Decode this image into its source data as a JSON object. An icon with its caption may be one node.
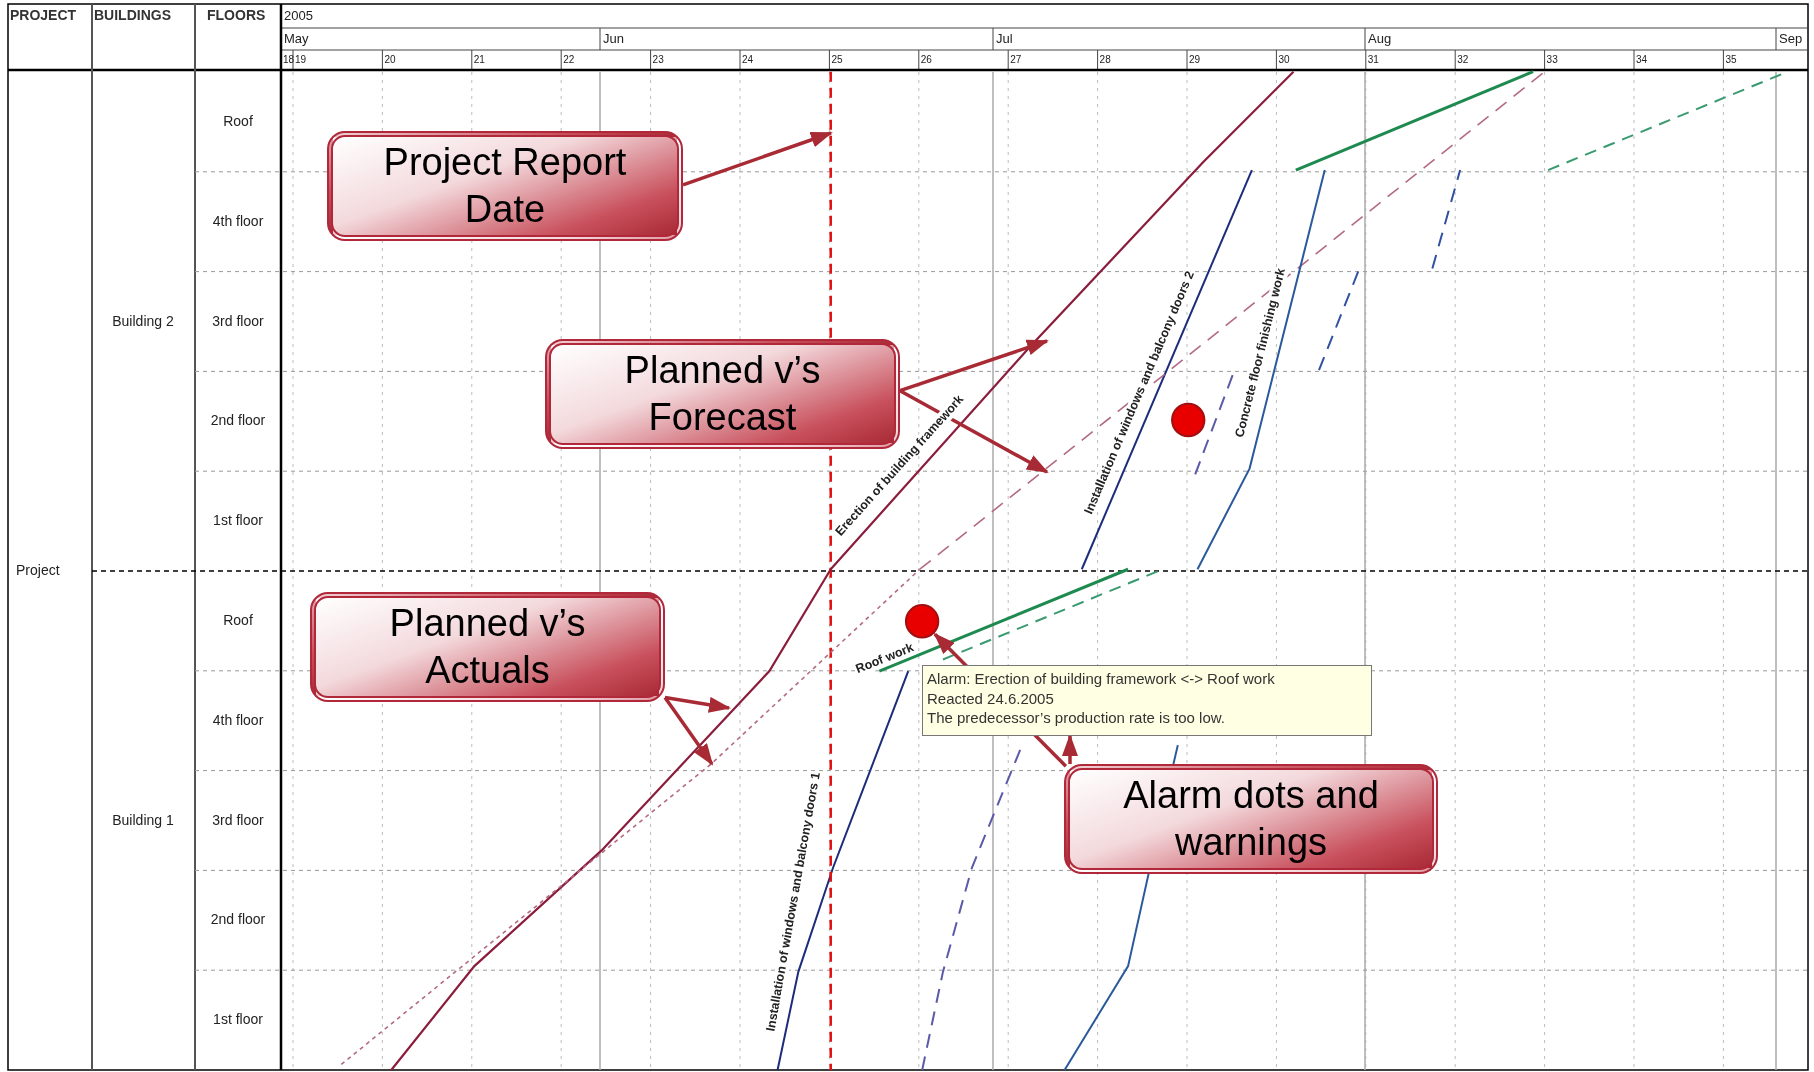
{
  "diagram": {
    "nodes": [
      {
        "text": [
          "Project Report Date"
        ]
      },
      {
        "text": [
          "Planned v’s Forecast"
        ]
      },
      {
        "text": [
          "Planned v’s Actuals"
        ]
      },
      {
        "text": [
          "Alarm dots and warnings"
        ]
      },
      {
        "text": [
          "Alarm: Erection of building framework <-> Roof work",
          "Reacted 24.6.2005",
          "The predecessor’s production rate is too low."
        ]
      },
      {
        "text": [],
        "shape": "circle"
      },
      {
        "text": [],
        "shape": "circle"
      }
    ],
    "edges": [
      {
        "from": 0,
        "to": null,
        "arrow": "to"
      },
      {
        "from": 1,
        "to": null,
        "arrow": "to"
      },
      {
        "from": 1,
        "to": null,
        "arrow": "to"
      },
      {
        "from": 2,
        "to": null,
        "arrow": "to"
      },
      {
        "from": 2,
        "to": null,
        "arrow": "to"
      },
      {
        "from": 3,
        "to": 5,
        "arrow": "to"
      },
      {
        "from": 3,
        "to": 4,
        "arrow": "to"
      }
    ],
    "labels": [
      "PROJECT",
      "BUILDINGS",
      "FLOORS",
      "2005",
      "May",
      "Jun",
      "Jul",
      "Aug",
      "Sep",
      "18",
      "19",
      "20",
      "21",
      "22",
      "23",
      "24",
      "25",
      "26",
      "27",
      "28",
      "29",
      "30",
      "31",
      "32",
      "33",
      "34",
      "35",
      "Roof",
      "4th floor",
      "Building 2",
      "3rd floor",
      "2nd floor",
      "1st floor",
      "Project",
      "Roof",
      "4th floor",
      "Building 1",
      "3rd floor",
      "2nd floor",
      "1st floor",
      "Erection of building framework",
      "Installation of windows and balcony doors 2",
      "Concrete floor finishing work",
      "Roof work",
      "Installation of windows and balcony doors 1"
    ]
  }
}
